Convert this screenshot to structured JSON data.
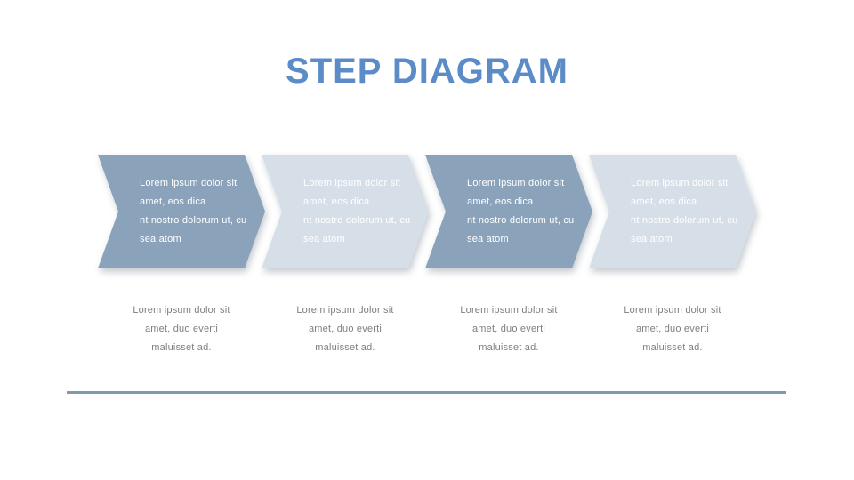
{
  "slide": {
    "title": "STEP DIAGRAM"
  },
  "colors": {
    "title": "#5C8CC7",
    "chevronDark": "#8AA3BB",
    "chevronLight": "#D6DFE8",
    "chevronText": "#FFFFFF",
    "captionText": "#7E7E7E",
    "divider": "#7E9AAD",
    "background": "#FFFFFF"
  },
  "steps": [
    {
      "variant": "dark",
      "lines": [
        "Lorem ipsum dolor sit",
        "amet, eos dica",
        "nt nostro dolorum ut, cu",
        "sea atom"
      ],
      "caption_lines": [
        "Lorem ipsum dolor sit",
        "amet, duo everti",
        "maluisset ad."
      ]
    },
    {
      "variant": "light",
      "lines": [
        "Lorem ipsum dolor sit",
        "amet, eos dica",
        "nt nostro dolorum ut, cu",
        "sea atom"
      ],
      "caption_lines": [
        "Lorem ipsum dolor sit",
        "amet, duo everti",
        "maluisset ad."
      ]
    },
    {
      "variant": "dark",
      "lines": [
        "Lorem ipsum dolor sit",
        "amet, eos dica",
        "nt nostro dolorum ut, cu",
        "sea atom"
      ],
      "caption_lines": [
        "Lorem ipsum dolor sit",
        "amet, duo everti",
        "maluisset ad."
      ]
    },
    {
      "variant": "light",
      "lines": [
        "Lorem ipsum dolor sit",
        "amet, eos dica",
        "nt nostro dolorum ut, cu",
        "sea atom"
      ],
      "caption_lines": [
        "Lorem ipsum dolor sit",
        "amet, duo everti",
        "maluisset ad."
      ]
    }
  ]
}
